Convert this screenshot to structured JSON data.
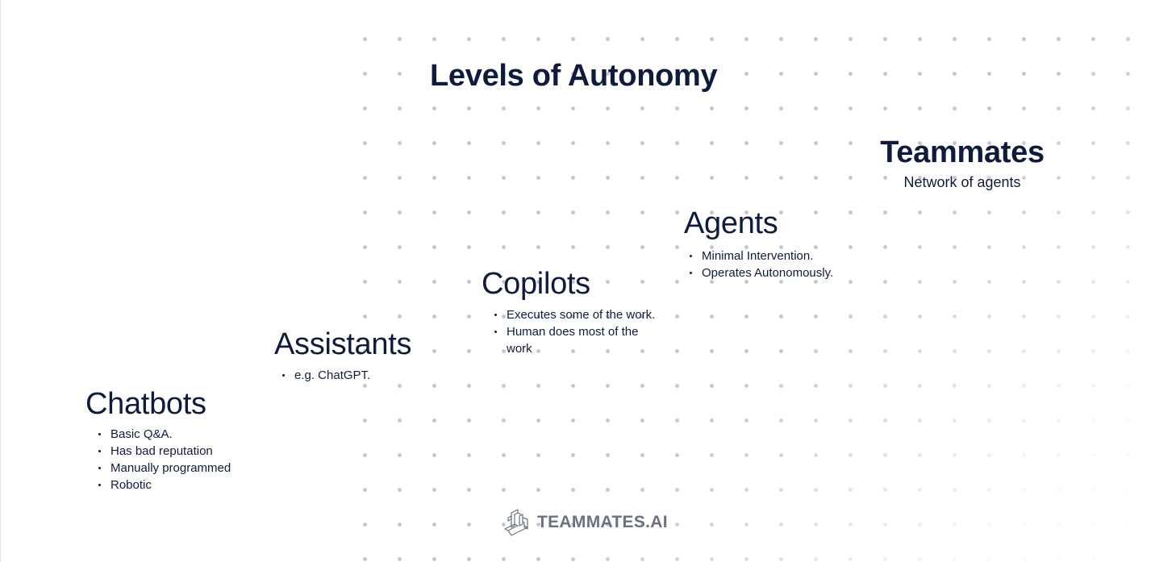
{
  "title": "Levels of Autonomy",
  "levels": [
    {
      "name": "Chatbots",
      "bullets": [
        "Basic Q&A.",
        "Has bad reputation",
        "Manually programmed",
        "Robotic"
      ]
    },
    {
      "name": "Assistants",
      "bullets": [
        "e.g. ChatGPT."
      ]
    },
    {
      "name": "Copilots",
      "bullets": [
        "Executes some of the work.",
        "Human does most of the work"
      ]
    },
    {
      "name": "Agents",
      "bullets": [
        "Minimal Intervention.",
        "Operates Autonomously."
      ]
    }
  ],
  "top_level": {
    "name": "Teammates",
    "subtitle": "Network of agents"
  },
  "logo": {
    "icon": "teammates-logo-icon",
    "text": "TEAMMATES.AI"
  },
  "colors": {
    "text": "#0f1b3d",
    "logo_text": "#6b7180",
    "dot_grid": "#c3c6cc",
    "background": "#ffffff"
  }
}
